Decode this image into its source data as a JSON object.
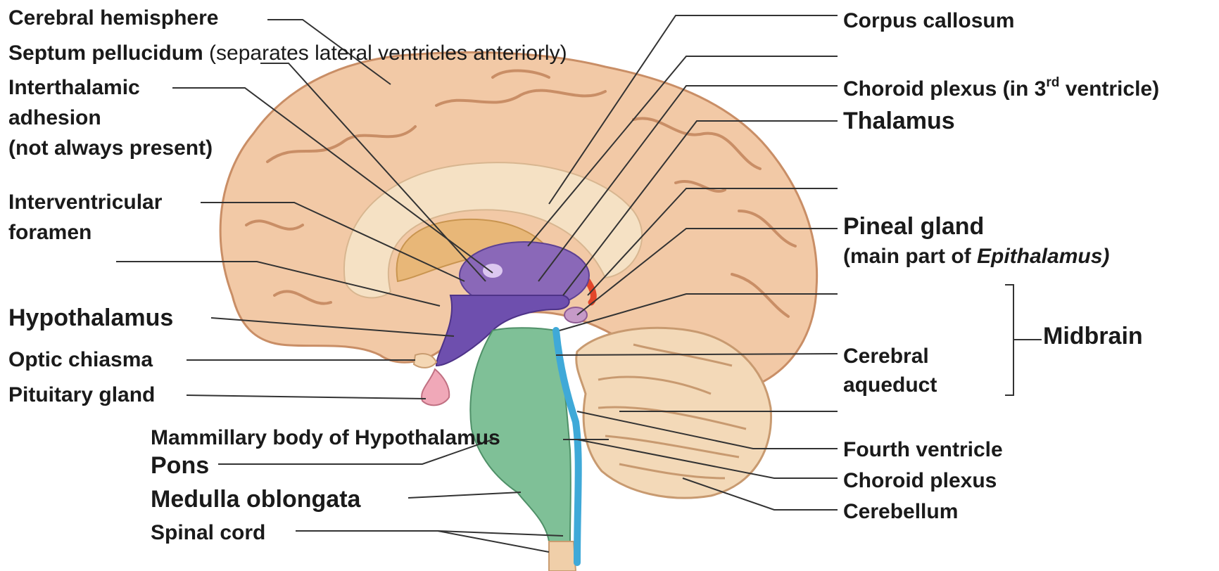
{
  "labels": {
    "cerebral_hemisphere": "Cerebral hemisphere",
    "septum_pellucidum": "Septum pellucidum",
    "septum_note": "(separates lateral ventricles anteriorly)",
    "interthalamic_1": "Interthalamic",
    "interthalamic_2": "adhesion",
    "interthalamic_3": "(not always present)",
    "interventricular_1": "Interventricular",
    "interventricular_2": "foramen",
    "hypothalamus": "Hypothalamus",
    "optic_chiasma": "Optic chiasma",
    "pituitary_gland": "Pituitary gland",
    "mammillary_body": "Mammillary body of Hypothalamus",
    "pons": "Pons",
    "medulla_oblongata": "Medulla oblongata",
    "spinal_cord": "Spinal cord",
    "corpus_callosum": "Corpus callosum",
    "choroid_plexus_3rd_a": "Choroid plexus (in 3",
    "choroid_plexus_3rd_sup": "rd",
    "choroid_plexus_3rd_b": " ventricle)",
    "thalamus": "Thalamus",
    "pineal_gland": "Pineal gland",
    "pineal_note_a": "(main part of ",
    "pineal_note_em": "Epithalamus)",
    "midbrain": "Midbrain",
    "cerebral_aqueduct_1": "Cerebral",
    "cerebral_aqueduct_2": "aqueduct",
    "fourth_ventricle": "Fourth ventricle",
    "choroid_plexus": "Choroid plexus",
    "cerebellum": "Cerebellum"
  },
  "colors": {
    "brain_tan": "#f2c9a6",
    "brain_sulcus": "#c98e66",
    "corpus_callosum": "#f5e1c4",
    "septum": "#e8b778",
    "third_ventricle": "#8a68b8",
    "hypothalamus_purple": "#6e4fae",
    "choroid_red": "#e2462a",
    "brainstem_green": "#7fc097",
    "aqueduct_blue": "#3fa9d8",
    "cerebellum_cream": "#f3d9b8",
    "pituitary_pink": "#f0a8b8",
    "leader_line": "#333333"
  }
}
